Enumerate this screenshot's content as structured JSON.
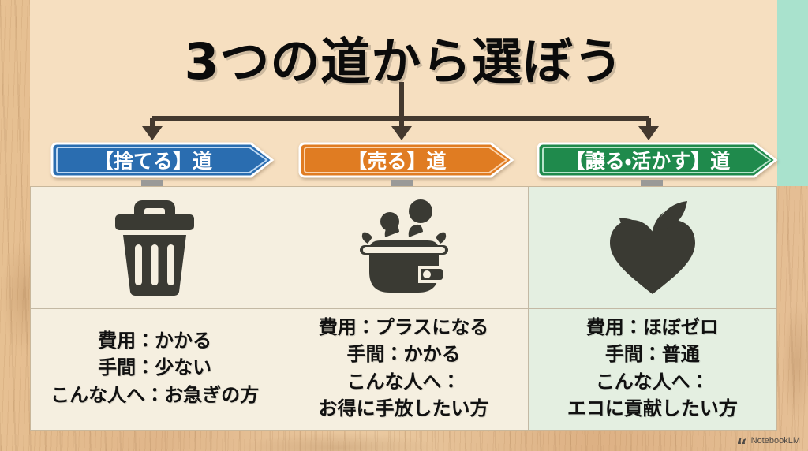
{
  "title": "3つの道から選ぼう",
  "watermark": {
    "label": "NotebookLM",
    "icon": "notebooklm-logo-icon"
  },
  "palette": {
    "wood": "#e3bb8e",
    "cream_panel": "#f6dfc0",
    "mint_panel": "#a9e2cd",
    "blue": "#2a6db0",
    "orange": "#e07c22",
    "green": "#1f8a4c",
    "cell_cream": "#f5efe0",
    "cell_mint": "#e4efe1",
    "connector": "#44392f",
    "text": "#111111"
  },
  "connector": {
    "name": "branching-arrows",
    "arrow_count": 3
  },
  "columns": [
    {
      "id": "discard",
      "sign_label": "【捨てる】道",
      "sign_color": "#2a6db0",
      "icon": "trash-can-icon",
      "cell_bg": "#f5efe0",
      "lines": [
        "費用：かかる",
        "手間：少ない",
        "こんな人へ：お急ぎの方"
      ]
    },
    {
      "id": "sell",
      "sign_label": "【売る】道",
      "sign_color": "#e07c22",
      "icon": "coin-purse-icon",
      "cell_bg": "#f5efe0",
      "lines": [
        "費用：プラスになる",
        "手間：かかる",
        "こんな人へ：",
        "お得に手放したい方"
      ]
    },
    {
      "id": "donate",
      "sign_label": "【譲る・活かす】道",
      "sign_color": "#1f8a4c",
      "icon": "heart-leaf-icon",
      "cell_bg": "#e4efe1",
      "lines": [
        "費用：ほぼゼロ",
        "手間：普通",
        "こんな人へ：",
        "エコに貢献したい方"
      ]
    }
  ]
}
